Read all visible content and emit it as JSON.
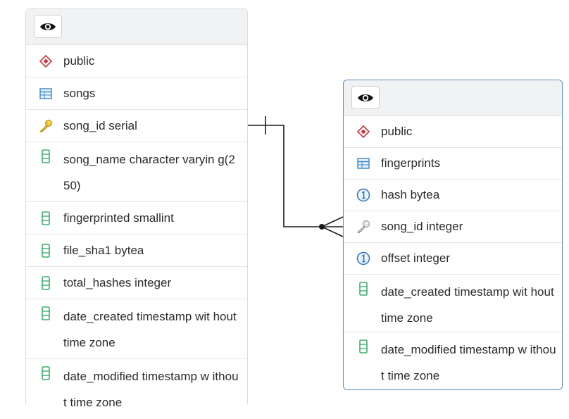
{
  "tables": {
    "songs": {
      "schema": "public",
      "name": "songs",
      "columns": [
        {
          "text": "song_id serial",
          "icon": "primary-key-icon"
        },
        {
          "text": "song_name character varyin g(250)",
          "icon": "column-icon"
        },
        {
          "text": "fingerprinted smallint",
          "icon": "column-icon"
        },
        {
          "text": "file_sha1 bytea",
          "icon": "column-icon"
        },
        {
          "text": "total_hashes integer",
          "icon": "column-icon"
        },
        {
          "text": "date_created timestamp wit hout time zone",
          "icon": "column-icon"
        },
        {
          "text": "date_modified timestamp w ithout time zone",
          "icon": "column-icon"
        }
      ]
    },
    "fingerprints": {
      "schema": "public",
      "name": "fingerprints",
      "columns": [
        {
          "text": "hash bytea",
          "icon": "unique-index-icon"
        },
        {
          "text": "song_id integer",
          "icon": "foreign-key-icon"
        },
        {
          "text": "offset integer",
          "icon": "unique-index-icon"
        },
        {
          "text": "date_created timestamp wit hout time zone",
          "icon": "column-icon"
        },
        {
          "text": "date_modified timestamp w ithout time zone",
          "icon": "column-icon"
        }
      ]
    }
  },
  "relationship": {
    "from": "songs.song_id",
    "to": "fingerprints.song_id",
    "from_cardinality": "one",
    "to_cardinality": "many"
  },
  "colors": {
    "schema_icon": "#d0353b",
    "table_icon": "#3a86c8",
    "key_icon": "#e2b21f",
    "column_icon": "#3bb06a",
    "unique_icon": "#2f74c0",
    "selected_border": "#5b8fc7"
  }
}
